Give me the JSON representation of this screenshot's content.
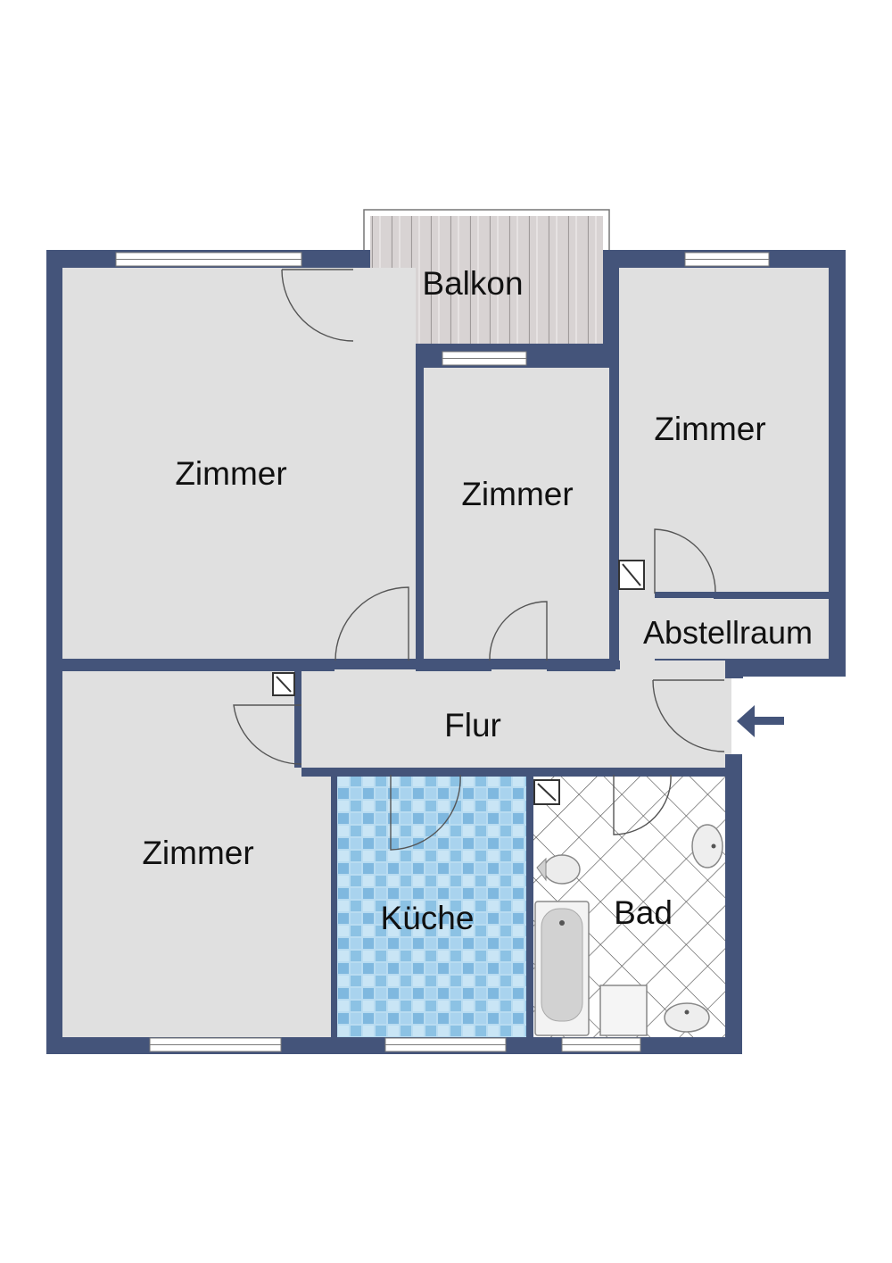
{
  "rooms": {
    "balcony": "Balkon",
    "room_top_left": "Zimmer",
    "room_top_middle": "Zimmer",
    "room_top_right": "Zimmer",
    "storage": "Abstellraum",
    "hallway": "Flur",
    "room_bottom_left": "Zimmer",
    "kitchen": "Küche",
    "bathroom": "Bad"
  },
  "colors": {
    "wall": "#44547a",
    "floor": "#e0e0e0",
    "window": "#ffffff",
    "kitchen_tile": "#9cc9e6",
    "balcony_deck": "#d6d2d2"
  }
}
